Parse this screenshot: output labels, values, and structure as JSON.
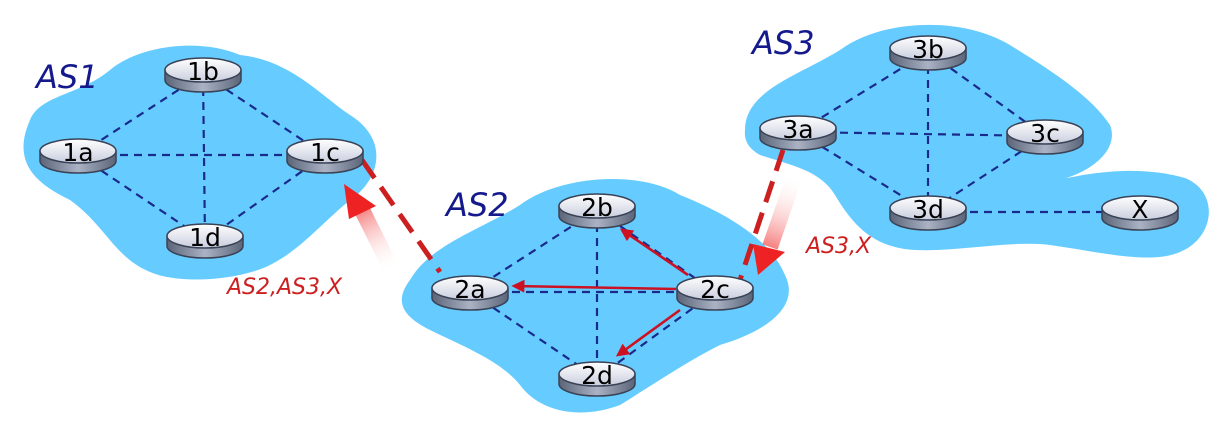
{
  "colors": {
    "cloud": "#66ccff",
    "intra_link": "#1a2a8c",
    "inter_link": "#cc1f1f",
    "as_label": "#141a8c",
    "router_top": "#e6e9f4",
    "router_side": "#7f8aa0",
    "advert": "#cc1f1f"
  },
  "as_labels": {
    "as1": "AS1",
    "as2": "AS2",
    "as3": "AS3"
  },
  "routers": {
    "r1a": "1a",
    "r1b": "1b",
    "r1c": "1c",
    "r1d": "1d",
    "r2a": "2a",
    "r2b": "2b",
    "r2c": "2c",
    "r2d": "2d",
    "r3a": "3a",
    "r3b": "3b",
    "r3c": "3c",
    "r3d": "3d",
    "x": "X"
  },
  "advertisements": {
    "to_as1": "AS2,AS3,X",
    "to_as2": "AS3,X"
  }
}
